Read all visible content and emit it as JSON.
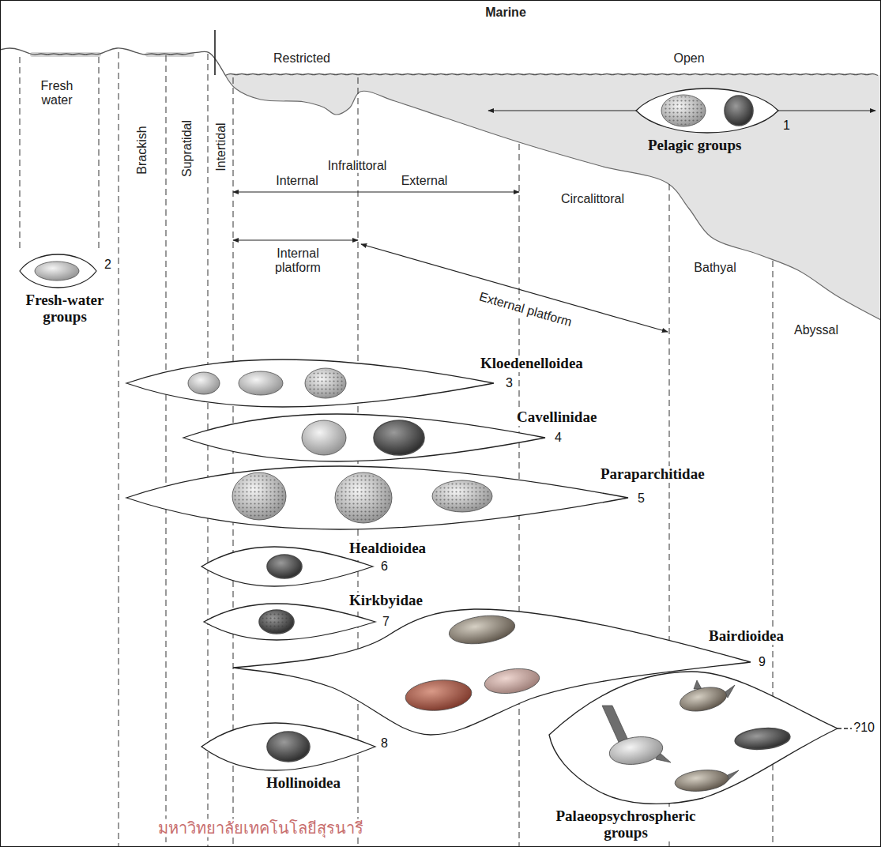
{
  "diagram": {
    "nodes": [
      {
        "text": [
          "Pelagic groups",
          "1"
        ]
      },
      {
        "text": [
          "Fresh-water groups",
          "2"
        ]
      },
      {
        "text": [
          "Kloedenelloidea",
          "3"
        ]
      },
      {
        "text": [
          "Cavellinidae",
          "4"
        ]
      },
      {
        "text": [
          "Paraparchitidae",
          "5"
        ]
      },
      {
        "text": [
          "Healdioidea",
          "6"
        ]
      },
      {
        "text": [
          "Kirkbyidae",
          "7"
        ]
      },
      {
        "text": [
          "Bairdioidea",
          "9"
        ]
      },
      {
        "text": [
          "Hollinoidea",
          "8"
        ]
      },
      {
        "text": [
          "Palaeopsychrospheric groups",
          "?10"
        ]
      }
    ],
    "labels": [
      "Marine",
      "Restricted",
      "Open",
      "Fresh water",
      "Brackish",
      "Supratidal",
      "Intertidal",
      "Infralittoral",
      "Internal",
      "External",
      "Circalittoral",
      "Internal platform",
      "External platform",
      "Bathyal",
      "Abyssal",
      "มหาวิทยาลัยเทคโนโลยีสุรนารี"
    ]
  }
}
